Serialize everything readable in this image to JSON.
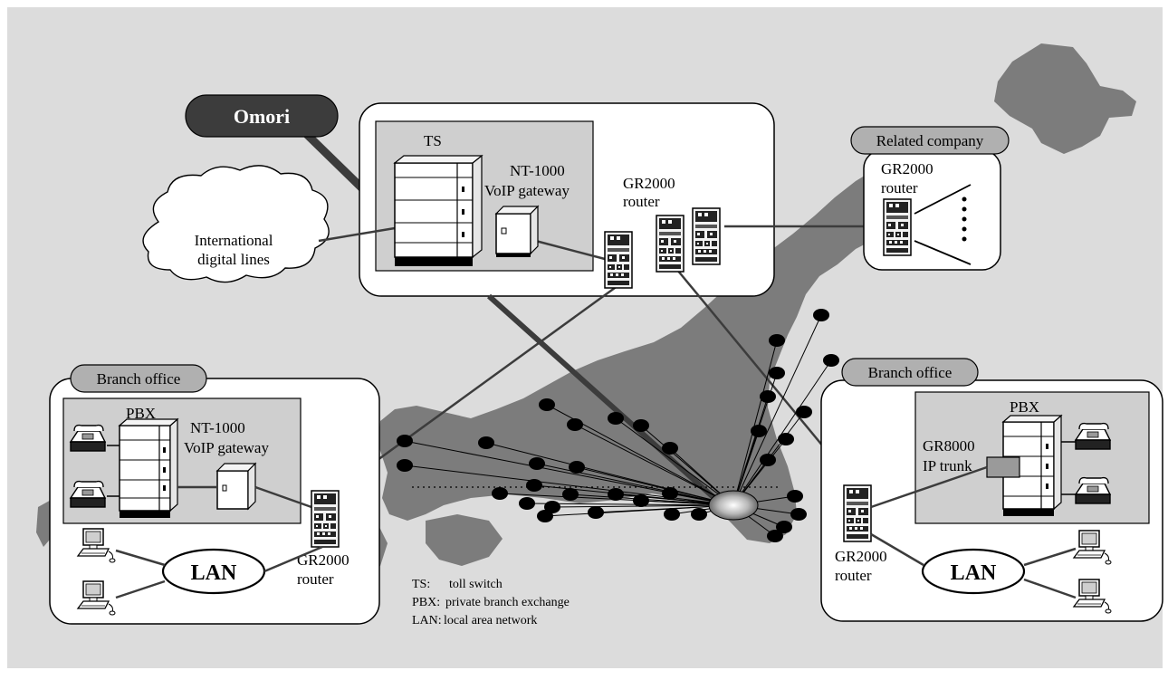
{
  "callout": {
    "label": "Omori"
  },
  "cloud": {
    "line1": "International",
    "line2": "digital lines"
  },
  "center": {
    "ts_label": "TS",
    "gateway_line1": "NT-1000",
    "gateway_line2": "VoIP gateway",
    "router_line1": "GR2000",
    "router_line2": "router"
  },
  "related": {
    "tag": "Related company",
    "router_line1": "GR2000",
    "router_line2": "router"
  },
  "branch_left": {
    "tag": "Branch office",
    "pbx_label": "PBX",
    "gateway_line1": "NT-1000",
    "gateway_line2": "VoIP gateway",
    "lan_label": "LAN",
    "router_line1": "GR2000",
    "router_line2": "router"
  },
  "branch_right": {
    "tag": "Branch office",
    "pbx_label": "PBX",
    "trunk_line1": "GR8000",
    "trunk_line2": "IP trunk",
    "lan_label": "LAN",
    "router_line1": "GR2000",
    "router_line2": "router"
  },
  "legend": [
    {
      "abbr": "TS:",
      "text": "toll switch"
    },
    {
      "abbr": "PBX:",
      "text": "private branch exchange"
    },
    {
      "abbr": "LAN:",
      "text": "local area network"
    }
  ],
  "colors": {
    "background": "#dcdcdc",
    "map": "#7c7c7c",
    "node": "#000000",
    "tag_fill": "#b0b0b0",
    "callout_fill": "#3c3c3c"
  }
}
